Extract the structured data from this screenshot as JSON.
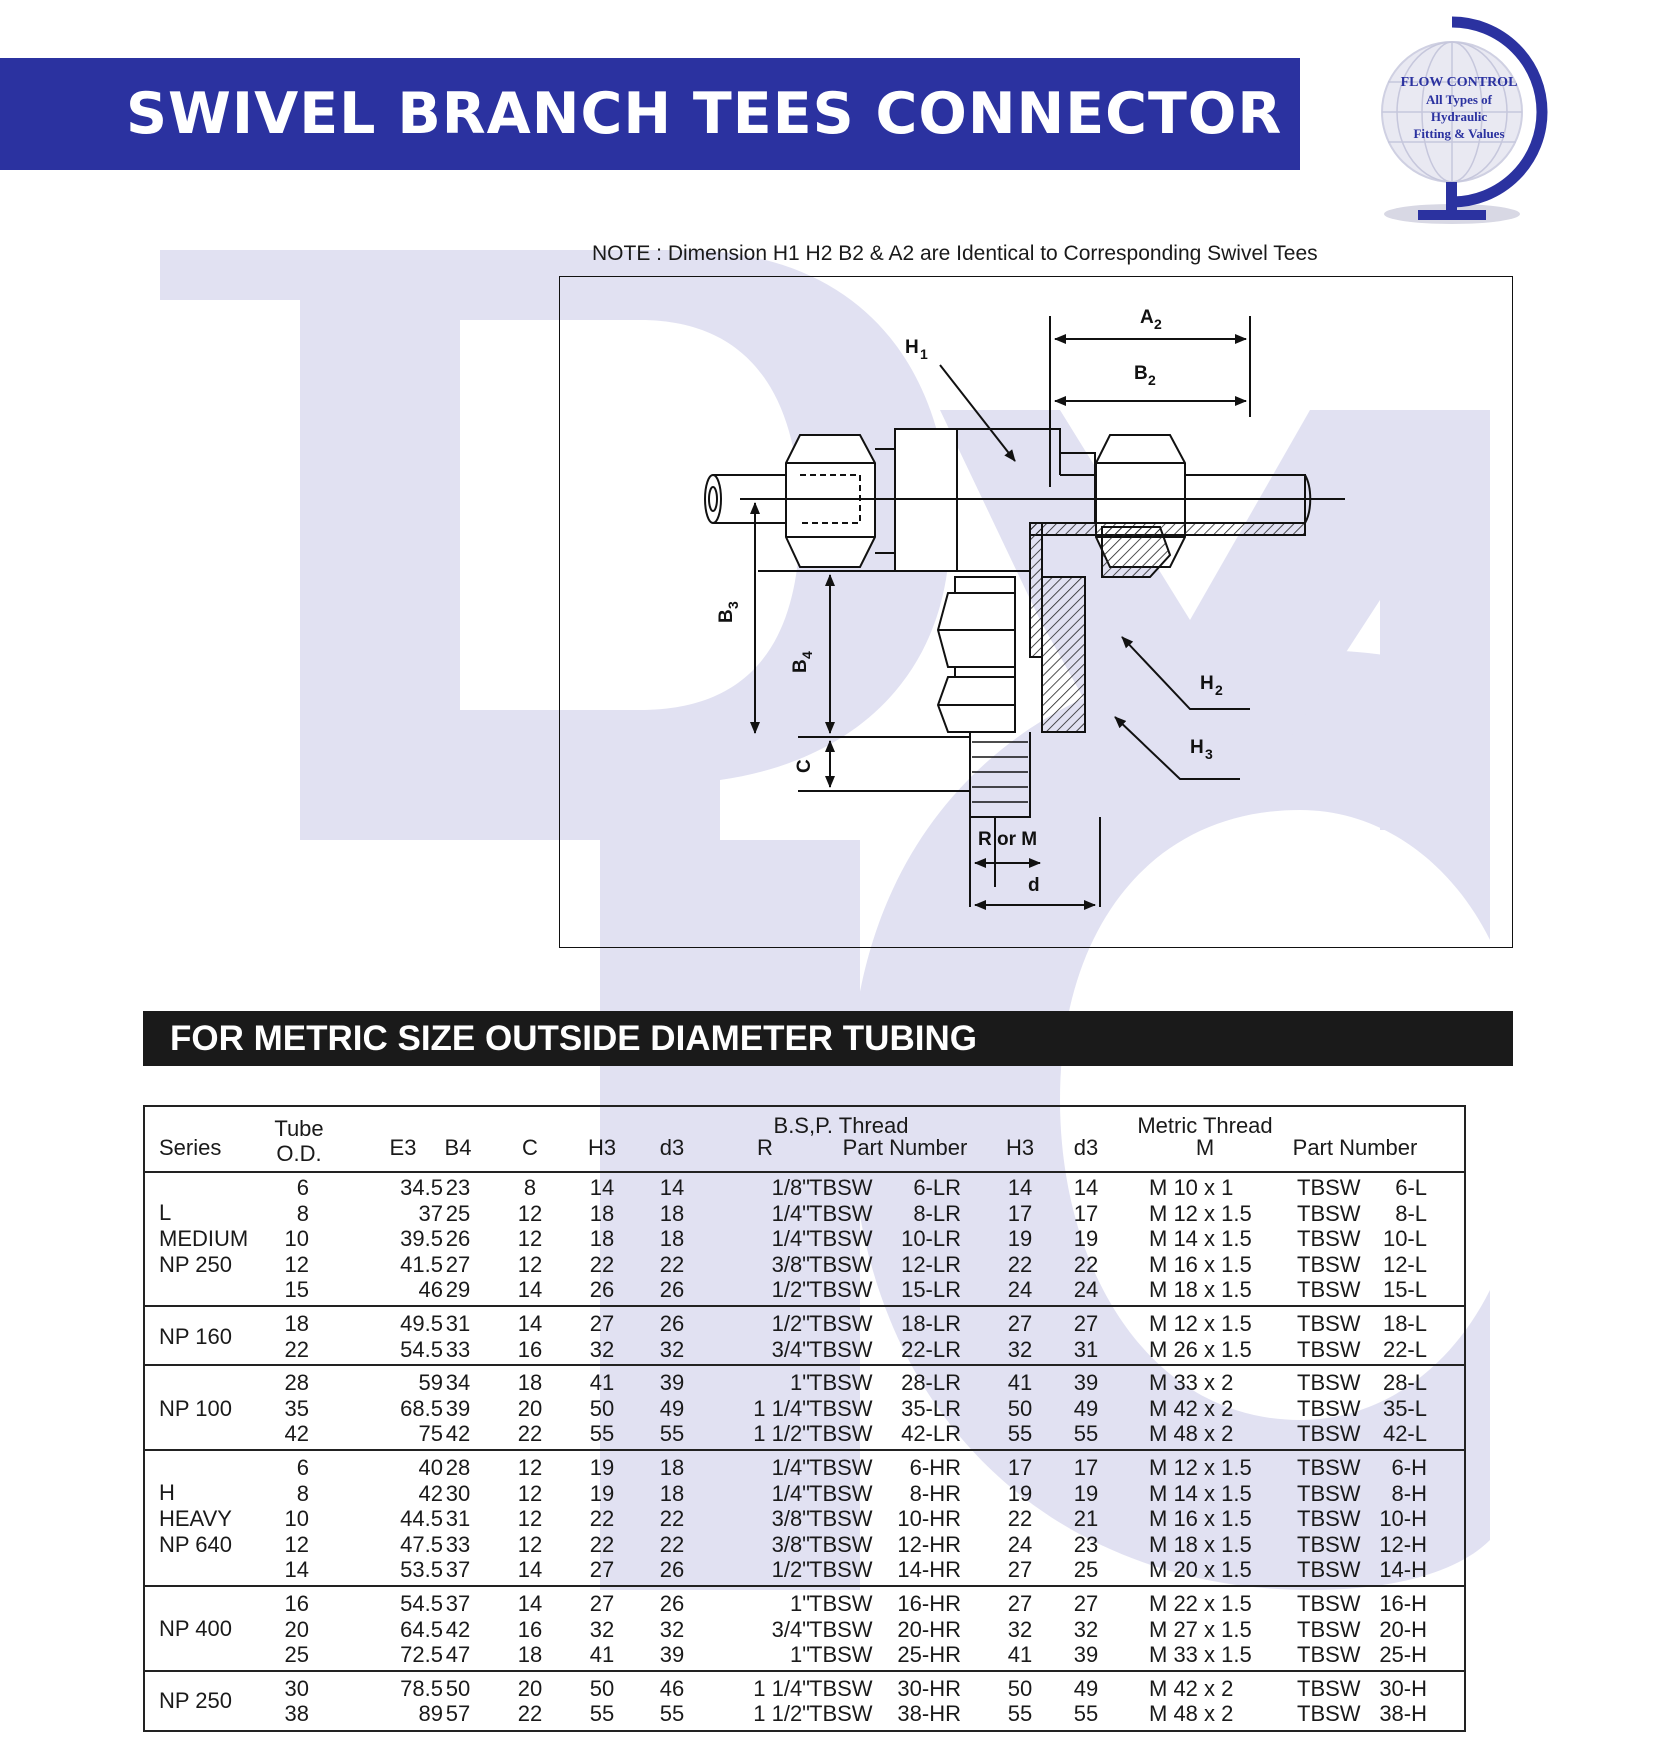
{
  "header": {
    "title": "SWIVEL BRANCH TEES CONNECTOR"
  },
  "logo": {
    "line1": "FLOW CONTROL",
    "line2": "All Types of",
    "line3": "Hydraulic",
    "line4": "Fitting & Values"
  },
  "note": "NOTE : Dimension H1 H2 B2 & A2 are Identical to Corresponding Swivel Tees",
  "diagram": {
    "labels": {
      "a2": "A",
      "a2_sub": "2",
      "b2": "B",
      "b2_sub": "2",
      "h1": "H",
      "h1_sub": "1",
      "h2": "H",
      "h2_sub": "2",
      "h3": "H",
      "h3_sub": "3",
      "b3": "B",
      "b3_sub": "3",
      "b4": "B",
      "b4_sub": "4",
      "c": "C",
      "r_or_m": "R or M",
      "d": "d"
    }
  },
  "section": {
    "title": "FOR METRIC SIZE OUTSIDE DIAMETER TUBING"
  },
  "table": {
    "group_headers": {
      "bsp": "B.S,P. Thread",
      "metric": "Metric Thread"
    },
    "headers": {
      "series": "Series",
      "tube1": "Tube",
      "tube2": "O.D.",
      "e3": "E3",
      "b4": "B4",
      "c": "C",
      "h3_bsp": "H3",
      "d3_bsp": "d3",
      "r": "R",
      "part_bsp": "Part Number",
      "h3_m": "H3",
      "d3_m": "d3",
      "m": "M",
      "part_m": "Part Number"
    },
    "groups": [
      {
        "series": "L\nMEDIUM\nNP 250",
        "rows": [
          {
            "od": "6",
            "e3": "34.5",
            "b4": "23",
            "c": "8",
            "h3": "14",
            "d3": "14",
            "r": "1/8\"",
            "pn_pre": "TBSW",
            "pn": "6-LR",
            "h3m": "14",
            "d3m": "14",
            "m": "M 10 x 1",
            "pm_pre": "TBSW",
            "pm": "6-L"
          },
          {
            "od": "8",
            "e3": "37",
            "b4": "25",
            "c": "12",
            "h3": "18",
            "d3": "18",
            "r": "1/4\"",
            "pn_pre": "TBSW",
            "pn": "8-LR",
            "h3m": "17",
            "d3m": "17",
            "m": "M 12 x 1.5",
            "pm_pre": "TBSW",
            "pm": "8-L"
          },
          {
            "od": "10",
            "e3": "39.5",
            "b4": "26",
            "c": "12",
            "h3": "18",
            "d3": "18",
            "r": "1/4\"",
            "pn_pre": "TBSW",
            "pn": "10-LR",
            "h3m": "19",
            "d3m": "19",
            "m": "M 14 x 1.5",
            "pm_pre": "TBSW",
            "pm": "10-L"
          },
          {
            "od": "12",
            "e3": "41.5",
            "b4": "27",
            "c": "12",
            "h3": "22",
            "d3": "22",
            "r": "3/8\"",
            "pn_pre": "TBSW",
            "pn": "12-LR",
            "h3m": "22",
            "d3m": "22",
            "m": "M 16 x 1.5",
            "pm_pre": "TBSW",
            "pm": "12-L"
          },
          {
            "od": "15",
            "e3": "46",
            "b4": "29",
            "c": "14",
            "h3": "26",
            "d3": "26",
            "r": "1/2\"",
            "pn_pre": "TBSW",
            "pn": "15-LR",
            "h3m": "24",
            "d3m": "24",
            "m": "M 18 x 1.5",
            "pm_pre": "TBSW",
            "pm": "15-L"
          }
        ]
      },
      {
        "series": "NP 160",
        "rows": [
          {
            "od": "18",
            "e3": "49.5",
            "b4": "31",
            "c": "14",
            "h3": "27",
            "d3": "26",
            "r": "1/2\"",
            "pn_pre": "TBSW",
            "pn": "18-LR",
            "h3m": "27",
            "d3m": "27",
            "m": "M 12 x 1.5",
            "pm_pre": "TBSW",
            "pm": "18-L"
          },
          {
            "od": "22",
            "e3": "54.5",
            "b4": "33",
            "c": "16",
            "h3": "32",
            "d3": "32",
            "r": "3/4\"",
            "pn_pre": "TBSW",
            "pn": "22-LR",
            "h3m": "32",
            "d3m": "31",
            "m": "M 26 x 1.5",
            "pm_pre": "TBSW",
            "pm": "22-L"
          }
        ]
      },
      {
        "series": "NP 100",
        "rows": [
          {
            "od": "28",
            "e3": "59",
            "b4": "34",
            "c": "18",
            "h3": "41",
            "d3": "39",
            "r": "1\"",
            "pn_pre": "TBSW",
            "pn": "28-LR",
            "h3m": "41",
            "d3m": "39",
            "m": "M 33 x 2",
            "pm_pre": "TBSW",
            "pm": "28-L"
          },
          {
            "od": "35",
            "e3": "68.5",
            "b4": "39",
            "c": "20",
            "h3": "50",
            "d3": "49",
            "r": "1 1/4\"",
            "pn_pre": "TBSW",
            "pn": "35-LR",
            "h3m": "50",
            "d3m": "49",
            "m": "M 42 x 2",
            "pm_pre": "TBSW",
            "pm": "35-L"
          },
          {
            "od": "42",
            "e3": "75",
            "b4": "42",
            "c": "22",
            "h3": "55",
            "d3": "55",
            "r": "1 1/2\"",
            "pn_pre": "TBSW",
            "pn": "42-LR",
            "h3m": "55",
            "d3m": "55",
            "m": "M 48 x 2",
            "pm_pre": "TBSW",
            "pm": "42-L"
          }
        ]
      },
      {
        "series": "H\nHEAVY\nNP 640",
        "rows": [
          {
            "od": "6",
            "e3": "40",
            "b4": "28",
            "c": "12",
            "h3": "19",
            "d3": "18",
            "r": "1/4\"",
            "pn_pre": "TBSW",
            "pn": "6-HR",
            "h3m": "17",
            "d3m": "17",
            "m": "M 12 x 1.5",
            "pm_pre": "TBSW",
            "pm": "6-H"
          },
          {
            "od": "8",
            "e3": "42",
            "b4": "30",
            "c": "12",
            "h3": "19",
            "d3": "18",
            "r": "1/4\"",
            "pn_pre": "TBSW",
            "pn": "8-HR",
            "h3m": "19",
            "d3m": "19",
            "m": "M 14 x 1.5",
            "pm_pre": "TBSW",
            "pm": "8-H"
          },
          {
            "od": "10",
            "e3": "44.5",
            "b4": "31",
            "c": "12",
            "h3": "22",
            "d3": "22",
            "r": "3/8\"",
            "pn_pre": "TBSW",
            "pn": "10-HR",
            "h3m": "22",
            "d3m": "21",
            "m": "M 16 x 1.5",
            "pm_pre": "TBSW",
            "pm": "10-H"
          },
          {
            "od": "12",
            "e3": "47.5",
            "b4": "33",
            "c": "12",
            "h3": "22",
            "d3": "22",
            "r": "3/8\"",
            "pn_pre": "TBSW",
            "pn": "12-HR",
            "h3m": "24",
            "d3m": "23",
            "m": "M 18 x 1.5",
            "pm_pre": "TBSW",
            "pm": "12-H"
          },
          {
            "od": "14",
            "e3": "53.5",
            "b4": "37",
            "c": "14",
            "h3": "27",
            "d3": "26",
            "r": "1/2\"",
            "pn_pre": "TBSW",
            "pn": "14-HR",
            "h3m": "27",
            "d3m": "25",
            "m": "M 20 x 1.5",
            "pm_pre": "TBSW",
            "pm": "14-H"
          }
        ]
      },
      {
        "series": "NP 400",
        "rows": [
          {
            "od": "16",
            "e3": "54.5",
            "b4": "37",
            "c": "14",
            "h3": "27",
            "d3": "26",
            "r": "1\"",
            "pn_pre": "TBSW",
            "pn": "16-HR",
            "h3m": "27",
            "d3m": "27",
            "m": "M 22 x 1.5",
            "pm_pre": "TBSW",
            "pm": "16-H"
          },
          {
            "od": "20",
            "e3": "64.5",
            "b4": "42",
            "c": "16",
            "h3": "32",
            "d3": "32",
            "r": "3/4\"",
            "pn_pre": "TBSW",
            "pn": "20-HR",
            "h3m": "32",
            "d3m": "32",
            "m": "M 27 x 1.5",
            "pm_pre": "TBSW",
            "pm": "20-H"
          },
          {
            "od": "25",
            "e3": "72.5",
            "b4": "47",
            "c": "18",
            "h3": "41",
            "d3": "39",
            "r": "1\"",
            "pn_pre": "TBSW",
            "pn": "25-HR",
            "h3m": "41",
            "d3m": "39",
            "m": "M 33 x 1.5",
            "pm_pre": "TBSW",
            "pm": "25-H"
          }
        ]
      },
      {
        "series": "NP 250",
        "rows": [
          {
            "od": "30",
            "e3": "78.5",
            "b4": "50",
            "c": "20",
            "h3": "50",
            "d3": "46",
            "r": "1 1/4\"",
            "pn_pre": "TBSW",
            "pn": "30-HR",
            "h3m": "50",
            "d3m": "49",
            "m": "M 42 x 2",
            "pm_pre": "TBSW",
            "pm": "30-H"
          },
          {
            "od": "38",
            "e3": "89",
            "b4": "57",
            "c": "22",
            "h3": "55",
            "d3": "55",
            "r": "1 1/2\"",
            "pn_pre": "TBSW",
            "pn": "38-HR",
            "h3m": "55",
            "d3m": "55",
            "m": "M 48 x 2",
            "pm_pre": "TBSW",
            "pm": "38-H"
          }
        ]
      }
    ]
  }
}
